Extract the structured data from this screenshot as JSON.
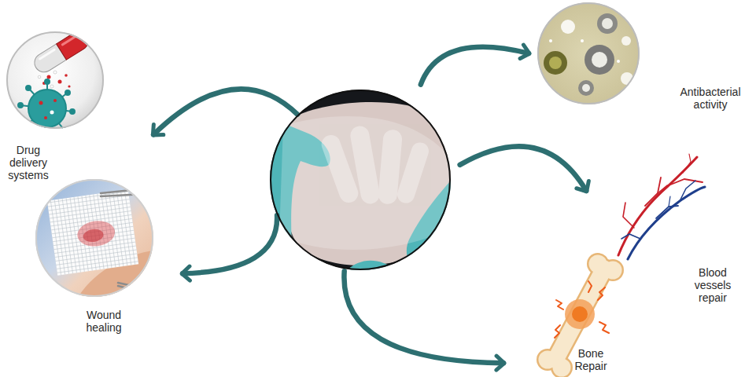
{
  "diagram": {
    "nodes": [
      {
        "text": [
          "Drug delivery systems"
        ]
      },
      {
        "text": [
          "Antibacterial activity"
        ]
      },
      {
        "text": []
      },
      {
        "text": [
          "Wound healing"
        ]
      },
      {
        "text": [
          "Blood vessels repair"
        ]
      },
      {
        "text": [
          "Bone Repair"
        ]
      }
    ],
    "edges": [
      {
        "from": 2,
        "to": 0,
        "arrow": "to"
      },
      {
        "from": 2,
        "to": 1,
        "arrow": "to"
      },
      {
        "from": 2,
        "to": 3,
        "arrow": "to"
      },
      {
        "from": 2,
        "to": 4,
        "arrow": "to"
      },
      {
        "from": 2,
        "to": 5,
        "arrow": "to"
      }
    ]
  }
}
